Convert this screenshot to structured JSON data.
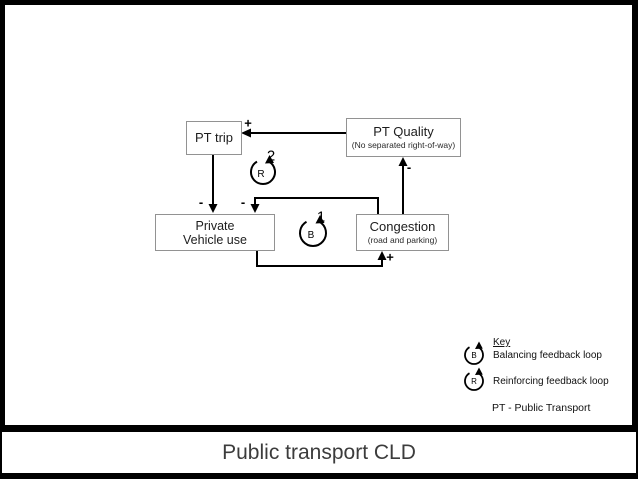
{
  "slide": {
    "nodes": {
      "pt_trip": {
        "label": "PT trip"
      },
      "pt_quality": {
        "label": "PT Quality",
        "sublabel": "(No separated right-of-way)"
      },
      "private_vehicle": {
        "label_line1": "Private",
        "label_line2": "Vehicle use"
      },
      "congestion": {
        "label": "Congestion",
        "sublabel": "(road and parking)"
      }
    },
    "edge_signs": {
      "pt_quality_to_pt_trip": "+",
      "pt_trip_to_private_vehicle": "-",
      "congestion_to_private_vehicle": "-",
      "private_vehicle_to_congestion": "+",
      "congestion_to_pt_quality": "-"
    },
    "loops": {
      "reinforcing": {
        "letter": "R",
        "number": "2"
      },
      "balancing": {
        "letter": "B",
        "number": "1"
      }
    },
    "key": {
      "title": "Key",
      "items": [
        {
          "letter": "B",
          "label": "Balancing feedback loop"
        },
        {
          "letter": "R",
          "label": "Reinforcing feedback loop"
        }
      ],
      "abbreviation": "PT - Public Transport"
    }
  },
  "footer": {
    "title": "Public transport CLD"
  },
  "colors": {
    "canvas": "#000000",
    "slide_background": "#ffffff",
    "ink": "#000000",
    "box_border": "#929292",
    "footer_text": "#3c3c3c"
  }
}
